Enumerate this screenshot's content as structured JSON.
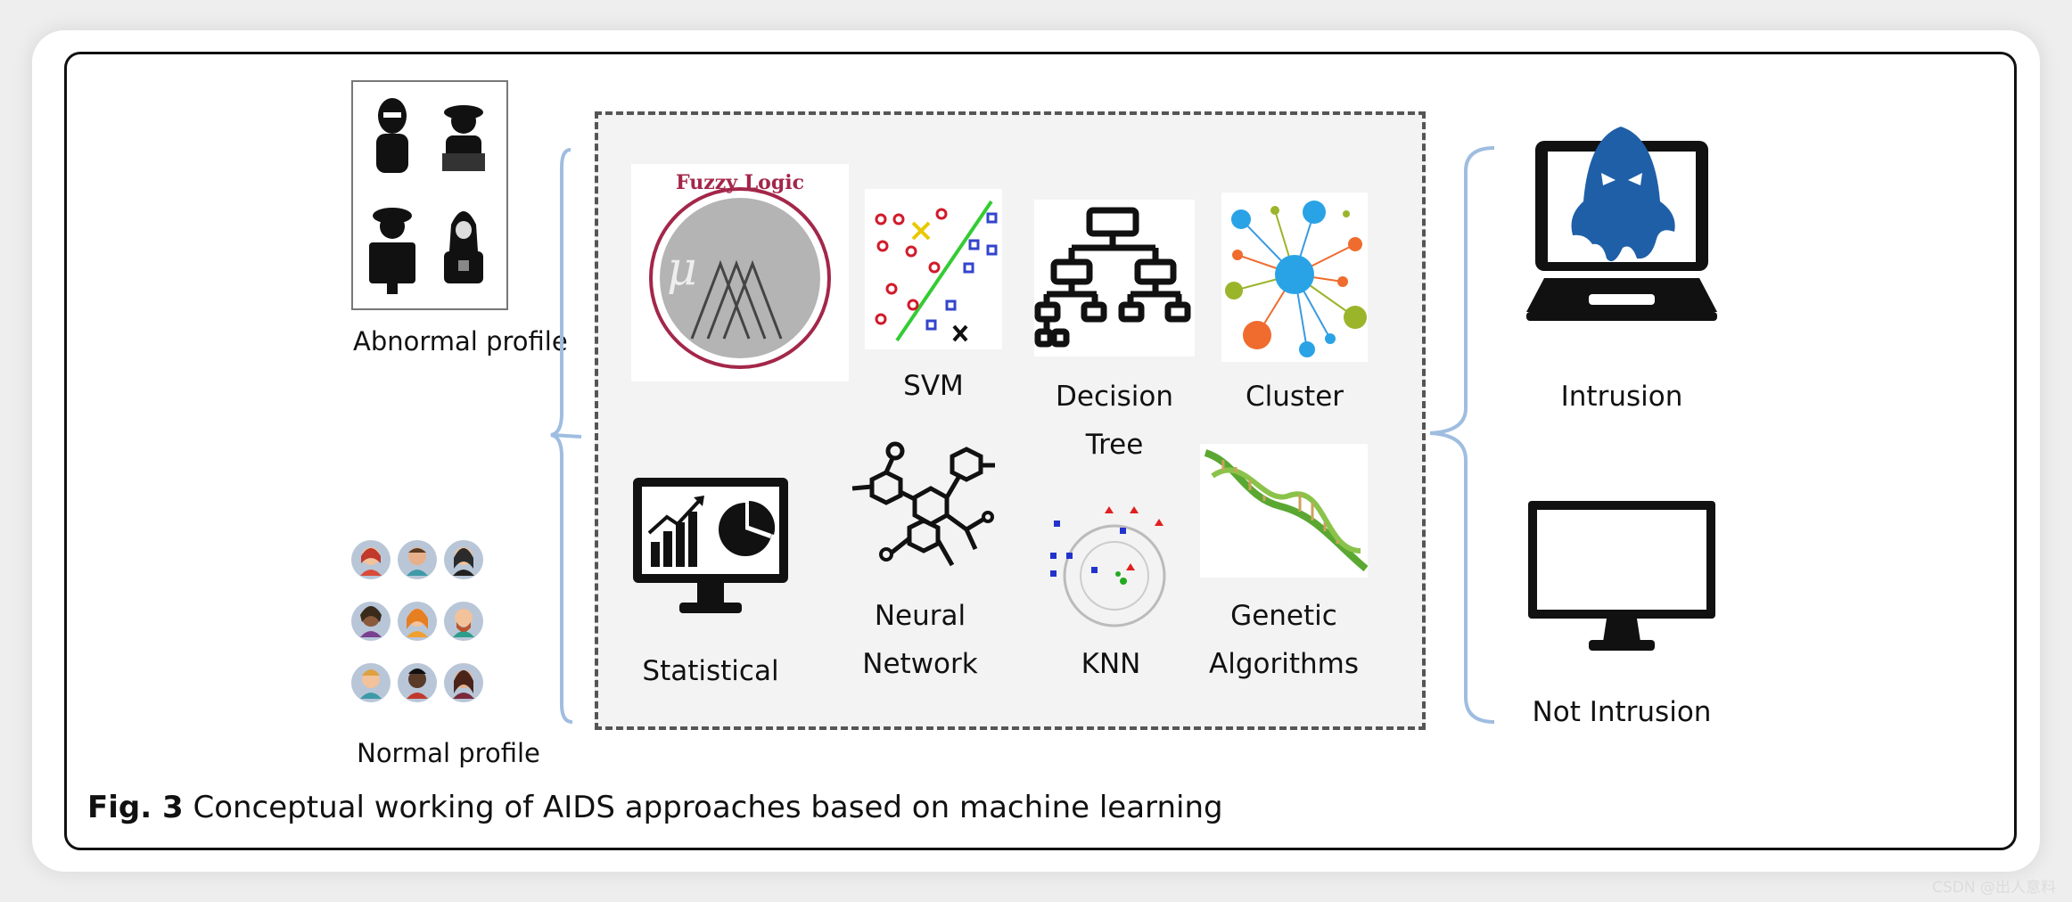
{
  "left_profiles": {
    "abnormal_label": "Abnormal profile",
    "normal_label": "Normal profile"
  },
  "methods": {
    "fuzzy_title": "Fuzzy Logic",
    "fuzzy_mu": "μ",
    "svm": "SVM",
    "decision_tree_line1": "Decision",
    "decision_tree_line2": "Tree",
    "cluster": "Cluster",
    "statistical": "Statistical",
    "neural_line1": "Neural",
    "neural_line2": "Network",
    "knn": "KNN",
    "genetic_line1": "Genetic",
    "genetic_line2": "Algorithms"
  },
  "outputs": {
    "intrusion": "Intrusion",
    "not_intrusion": "Not Intrusion"
  },
  "caption": {
    "fig": "Fig. 3",
    "text": " Conceptual working of AIDS approaches based on machine learning"
  },
  "watermark": "CSDN @出人意料",
  "colors": {
    "brace": "#9fbde0",
    "fuzzy": "#a3274a",
    "svm_line": "#33cc33",
    "svm_red": "#d11a2a",
    "svm_blue": "#3344cc",
    "intrusion_ghost": "#1f5fa8"
  },
  "icons": [
    "hacker-icon",
    "avatar-icon",
    "monitor-icon",
    "chart-icon",
    "tree-icon",
    "dna-icon",
    "laptop-icon"
  ]
}
